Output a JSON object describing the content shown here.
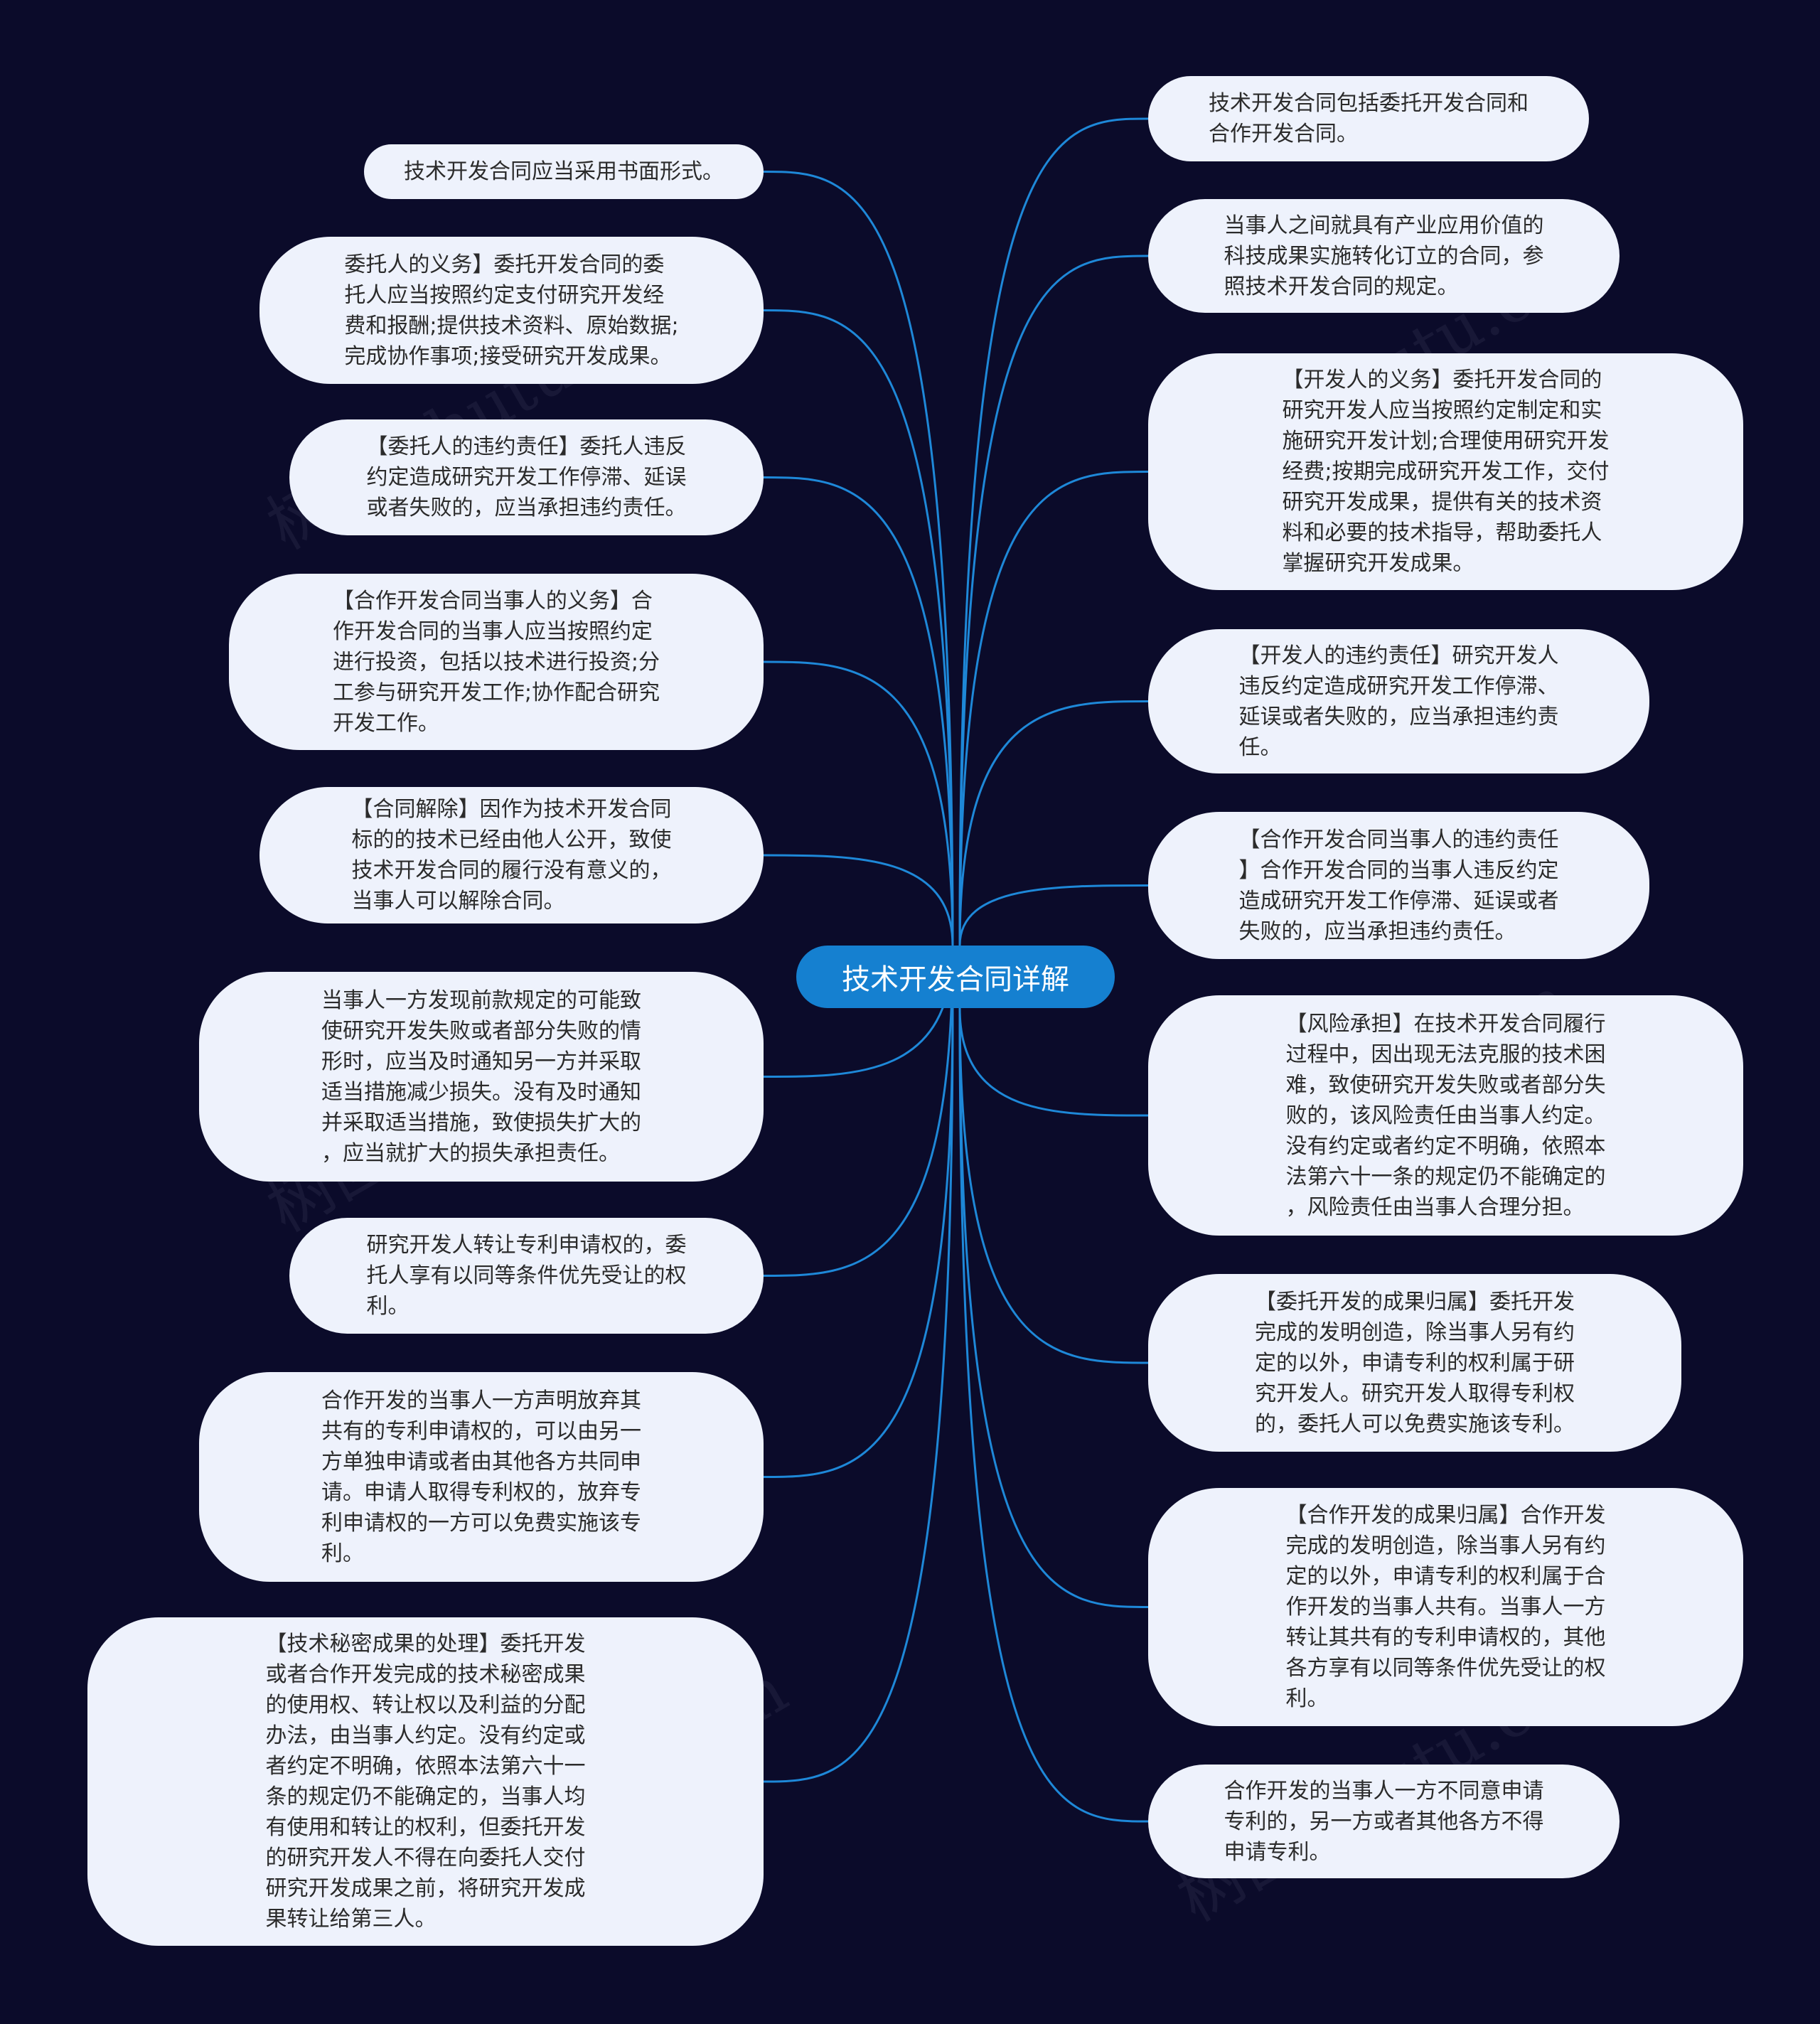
{
  "center": {
    "label": "技术开发合同详解"
  },
  "colors": {
    "background": "#0b0b2a",
    "center_fill": "#1580d0",
    "node_fill": "#eef2fc",
    "link": "#1e88d8"
  },
  "watermark": "树图 shutu.cn",
  "left_nodes": [
    {
      "lines": [
        "技术开发合同应当采用书面形式。"
      ]
    },
    {
      "lines": [
        "委托人的义务】委托开发合同的委",
        "托人应当按照约定支付研究开发经",
        "费和报酬;提供技术资料、原始数据;",
        "完成协作事项;接受研究开发成果。"
      ]
    },
    {
      "lines": [
        "【委托人的违约责任】委托人违反",
        "约定造成研究开发工作停滞、延误",
        "或者失败的，应当承担违约责任。"
      ]
    },
    {
      "lines": [
        "【合作开发合同当事人的义务】合",
        "作开发合同的当事人应当按照约定",
        "进行投资，包括以技术进行投资;分",
        "工参与研究开发工作;协作配合研究",
        "开发工作。"
      ]
    },
    {
      "lines": [
        "【合同解除】因作为技术开发合同",
        "标的的技术已经由他人公开，致使",
        "技术开发合同的履行没有意义的，",
        "当事人可以解除合同。"
      ]
    },
    {
      "lines": [
        "当事人一方发现前款规定的可能致",
        "使研究开发失败或者部分失败的情",
        "形时，应当及时通知另一方并采取",
        "适当措施减少损失。没有及时通知",
        "并采取适当措施，致使损失扩大的",
        "，应当就扩大的损失承担责任。"
      ]
    },
    {
      "lines": [
        "研究开发人转让专利申请权的，委",
        "托人享有以同等条件优先受让的权",
        "利。"
      ]
    },
    {
      "lines": [
        "合作开发的当事人一方声明放弃其",
        "共有的专利申请权的，可以由另一",
        "方单独申请或者由其他各方共同申",
        "请。申请人取得专利权的，放弃专",
        "利申请权的一方可以免费实施该专",
        "利。"
      ]
    },
    {
      "lines": [
        "【技术秘密成果的处理】委托开发",
        "或者合作开发完成的技术秘密成果",
        "的使用权、转让权以及利益的分配",
        "办法，由当事人约定。没有约定或",
        "者约定不明确，依照本法第六十一",
        "条的规定仍不能确定的，当事人均",
        "有使用和转让的权利，但委托开发",
        "的研究开发人不得在向委托人交付",
        "研究开发成果之前，将研究开发成",
        "果转让给第三人。"
      ]
    }
  ],
  "right_nodes": [
    {
      "lines": [
        "技术开发合同包括委托开发合同和",
        "合作开发合同。"
      ]
    },
    {
      "lines": [
        "当事人之间就具有产业应用价值的",
        "科技成果实施转化订立的合同，参",
        "照技术开发合同的规定。"
      ]
    },
    {
      "lines": [
        "【开发人的义务】委托开发合同的",
        "研究开发人应当按照约定制定和实",
        "施研究开发计划;合理使用研究开发",
        "经费;按期完成研究开发工作，交付",
        "研究开发成果，提供有关的技术资",
        "料和必要的技术指导，帮助委托人",
        "掌握研究开发成果。"
      ]
    },
    {
      "lines": [
        "【开发人的违约责任】研究开发人",
        "违反约定造成研究开发工作停滞、",
        "延误或者失败的，应当承担违约责",
        "任。"
      ]
    },
    {
      "lines": [
        "【合作开发合同当事人的违约责任",
        "】合作开发合同的当事人违反约定",
        "造成研究开发工作停滞、延误或者",
        "失败的，应当承担违约责任。"
      ]
    },
    {
      "lines": [
        "【风险承担】在技术开发合同履行",
        "过程中，因出现无法克服的技术困",
        "难，致使研究开发失败或者部分失",
        "败的，该风险责任由当事人约定。",
        "没有约定或者约定不明确，依照本",
        "法第六十一条的规定仍不能确定的",
        "，风险责任由当事人合理分担。"
      ]
    },
    {
      "lines": [
        "【委托开发的成果归属】委托开发",
        "完成的发明创造，除当事人另有约",
        "定的以外，申请专利的权利属于研",
        "究开发人。研究开发人取得专利权",
        "的，委托人可以免费实施该专利。"
      ]
    },
    {
      "lines": [
        "【合作开发的成果归属】合作开发",
        "完成的发明创造，除当事人另有约",
        "定的以外，申请专利的权利属于合",
        "作开发的当事人共有。当事人一方",
        "转让其共有的专利申请权的，其他",
        "各方享有以同等条件优先受让的权",
        "利。"
      ]
    },
    {
      "lines": [
        "合作开发的当事人一方不同意申请",
        "专利的，另一方或者其他各方不得",
        "申请专利。"
      ]
    }
  ]
}
